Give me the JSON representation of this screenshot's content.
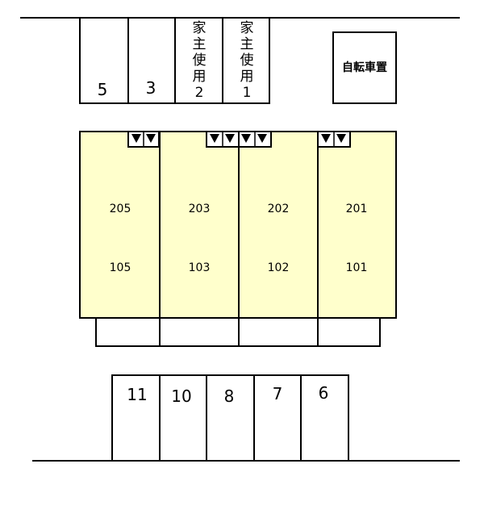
{
  "colors": {
    "unit_fill": "#FFFFCC",
    "line": "#000000",
    "background": "#FFFFFF"
  },
  "top_parking": {
    "spaces": [
      "5",
      "3",
      "家主使用2",
      "家主使用1"
    ]
  },
  "bicycle_parking": {
    "label": "自転車置"
  },
  "building": {
    "units": [
      {
        "upper": "205",
        "lower": "105",
        "entrances": 2
      },
      {
        "upper": "203",
        "lower": "103",
        "entrances": 2
      },
      {
        "upper": "202",
        "lower": "102",
        "entrances": 2
      },
      {
        "upper": "201",
        "lower": "101",
        "entrances": 2
      }
    ],
    "entrance_icon": "down-triangle-icon"
  },
  "bottom_parking": {
    "spaces": [
      "11",
      "10",
      "8",
      "7",
      "6"
    ]
  }
}
